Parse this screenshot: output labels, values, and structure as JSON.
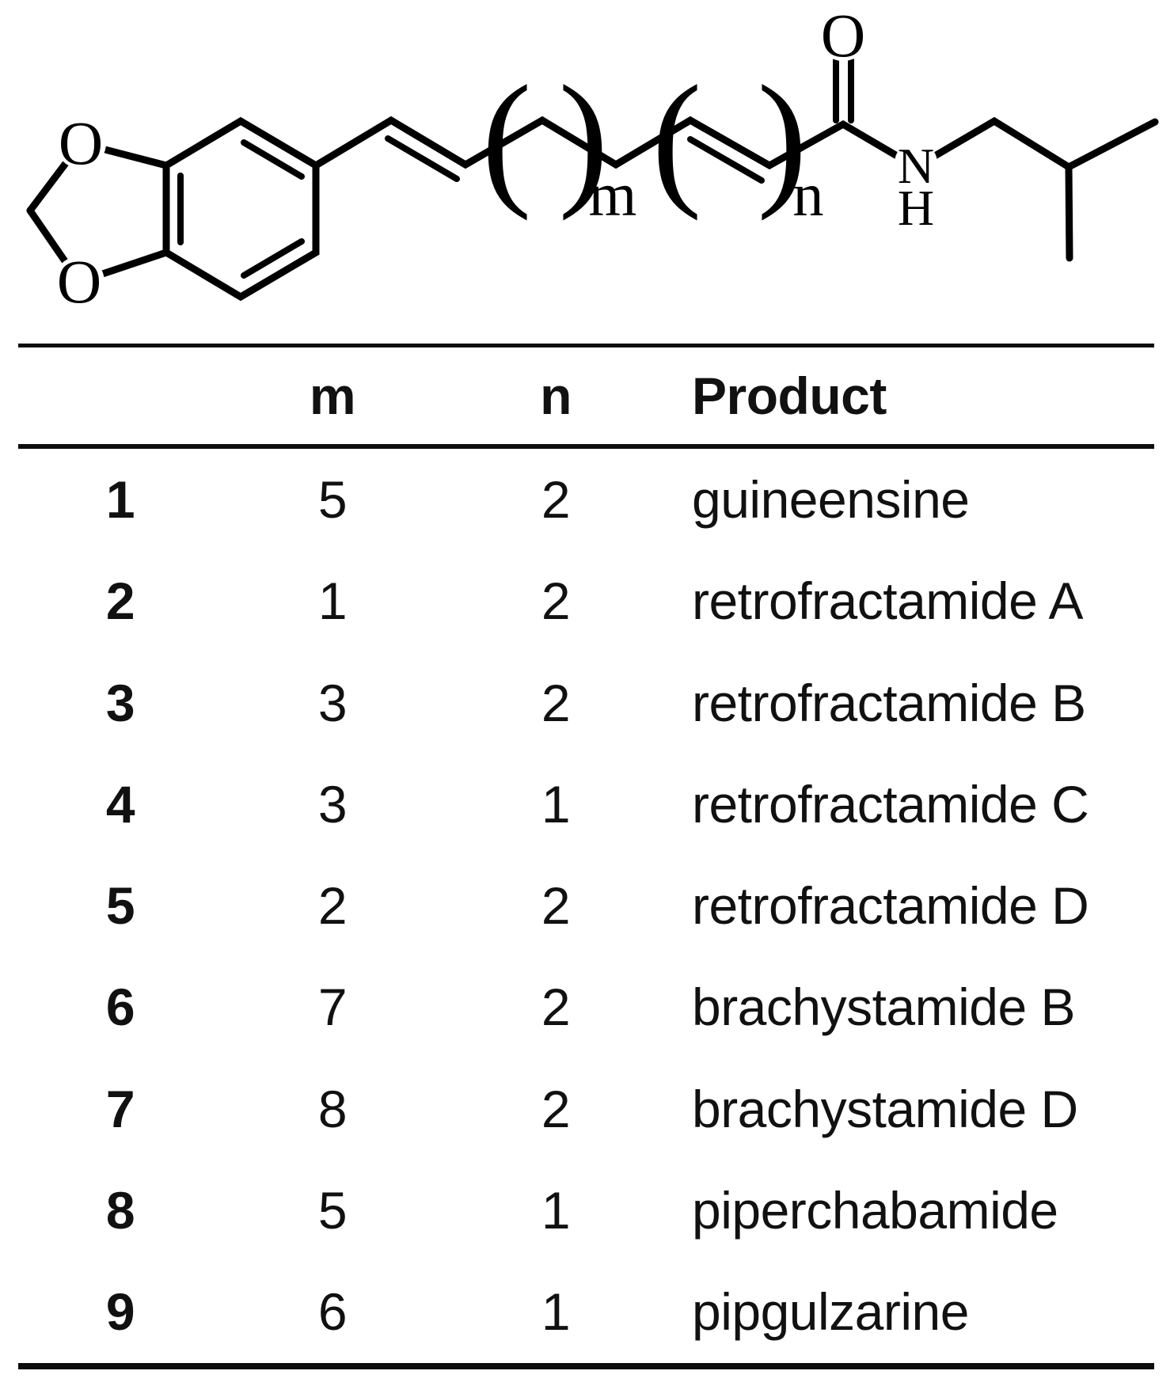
{
  "figure": {
    "description": "Chemical structure of methylenedioxyphenyl (benzodioxole) polyene isobutyl amide with variable repeat units m and n",
    "structure": {
      "atoms": {
        "o_top": "O",
        "o_bottom": "O",
        "carbonyl_o": "O",
        "amide_n": "N",
        "amide_h": "H"
      },
      "repeats": {
        "m_open": "(",
        "m_close": ")",
        "m_label": "m",
        "n_open": "(",
        "n_close": ")",
        "n_label": "n"
      },
      "line_color": "#000000"
    }
  },
  "table": {
    "headers": {
      "compound": "",
      "m": "m",
      "n": "n",
      "product": "Product"
    },
    "rows": [
      {
        "id": "1",
        "m": "5",
        "n": "2",
        "product": "guineensine"
      },
      {
        "id": "2",
        "m": "1",
        "n": "2",
        "product": "retrofractamide A"
      },
      {
        "id": "3",
        "m": "3",
        "n": "2",
        "product": "retrofractamide B"
      },
      {
        "id": "4",
        "m": "3",
        "n": "1",
        "product": "retrofractamide C"
      },
      {
        "id": "5",
        "m": "2",
        "n": "2",
        "product": "retrofractamide D"
      },
      {
        "id": "6",
        "m": "7",
        "n": "2",
        "product": "brachystamide B"
      },
      {
        "id": "7",
        "m": "8",
        "n": "2",
        "product": "brachystamide D"
      },
      {
        "id": "8",
        "m": "5",
        "n": "1",
        "product": "piperchabamide"
      },
      {
        "id": "9",
        "m": "6",
        "n": "1",
        "product": "pipgulzarine"
      }
    ]
  }
}
